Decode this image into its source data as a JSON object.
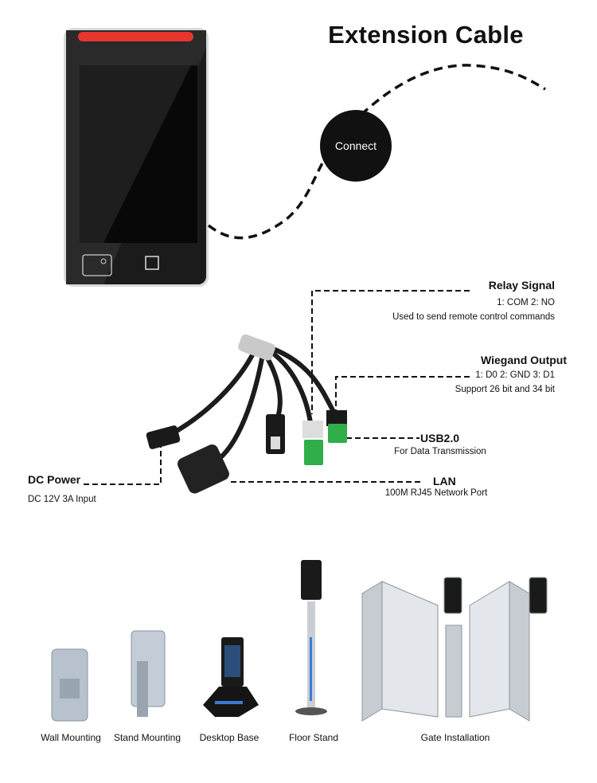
{
  "title": "Extension Cable",
  "connect_label": "Connect",
  "ports": {
    "relay": {
      "name": "Relay Signal",
      "pins": "1: COM 2: NO",
      "desc": "Used to send remote control commands"
    },
    "wiegand": {
      "name": "Wiegand Output",
      "pins": "1: D0 2: GND 3: D1",
      "desc": "Support 26 bit and 34 bit"
    },
    "usb": {
      "name": "USB2.0",
      "desc": "For Data Transmission"
    },
    "lan": {
      "name": "LAN",
      "desc": "100M RJ45 Network Port"
    },
    "dc": {
      "name": "DC Power",
      "desc": "DC 12V 3A Input"
    }
  },
  "mounting": [
    "Wall Mounting",
    "Stand Mounting",
    "Desktop Base",
    "Floor Stand",
    "Gate Installation"
  ],
  "colors": {
    "indicator": "#e8352e",
    "device": "#1a1a1a",
    "accent_blue": "#3a7bd5"
  }
}
